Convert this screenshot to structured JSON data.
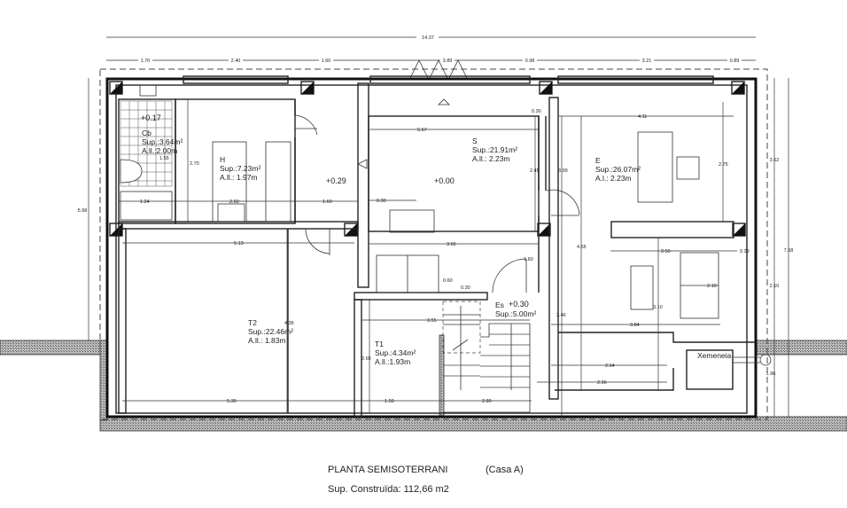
{
  "plan": {
    "title": "PLANTA SEMISOTERRANI",
    "subtitle": "(Casa A)",
    "built_area": "Sup. Construïda: 112,66 m2"
  },
  "dimensions": {
    "total_width": "14.37",
    "top_segments": [
      "1.70",
      "2.40",
      "1.60",
      "3.89",
      "0.98",
      "3.21",
      "0.89"
    ],
    "left_height": "5.98",
    "right": [
      "3.62",
      "7.68",
      "2.10",
      "1.96"
    ],
    "inner": {
      "h_2_70": "2.70",
      "cb_1_55": "1.55",
      "cb_1_24": "1.24",
      "h_2_60": "2.60",
      "p_1_60": "1.60",
      "s_0_30a": "0.30",
      "s_5_67": "5.67",
      "s_0_30b": "0.30",
      "s_2_45": "2.45",
      "s_3_65": "3.65",
      "e_4_11": "4.11",
      "e_3_99": "3.99",
      "e_2_75": "2.75",
      "e_4_55": "4.55",
      "e_2_50": "2.50",
      "e_0_29": "0.29",
      "e_2_10": "2.10",
      "e_3_10": "3.10",
      "e_3_46": "3.46",
      "e_3_84": "3.84",
      "e_2_64": "2.64",
      "e_2_96": "2.96",
      "t2_5_13": "5.13",
      "t2_4_35": "4.35",
      "t2_5_30": "5.30",
      "t1_3_55": "3.55",
      "t1_2_65": "2.65",
      "t1_1_50": "1.50",
      "es_2_80": "2.80",
      "es_0_60": "0.60",
      "es_0_30": "0.30",
      "es_1_60": "1.60"
    }
  },
  "rooms": {
    "cb": {
      "name": "Cb",
      "area": "Sup.:3.64m²",
      "height": "A.ll.:2.00m",
      "level": "+0.17"
    },
    "h": {
      "name": "H",
      "area": "Sup.:7.23m²",
      "height": "A.ll.: 1.97m"
    },
    "passage": {
      "level": "+0.29"
    },
    "s": {
      "name": "S",
      "area": "Sup.:21.91m²",
      "height": "A.ll.: 2.23m",
      "level": "+0.00"
    },
    "e": {
      "name": "E",
      "area": "Sup.:26.07m²",
      "height": "A.l.: 2.23m"
    },
    "t2": {
      "name": "T2",
      "area": "Sup.:22.46m²",
      "height": "A.ll.: 1.83m"
    },
    "t1": {
      "name": "T1",
      "area": "Sup.:4.34m²",
      "height": "A.ll.:1.93m"
    },
    "es": {
      "name": "Es",
      "level": "+0.30",
      "area": "Sup.:5.00m²"
    },
    "fireplace": {
      "name": "Xemeneia"
    }
  }
}
